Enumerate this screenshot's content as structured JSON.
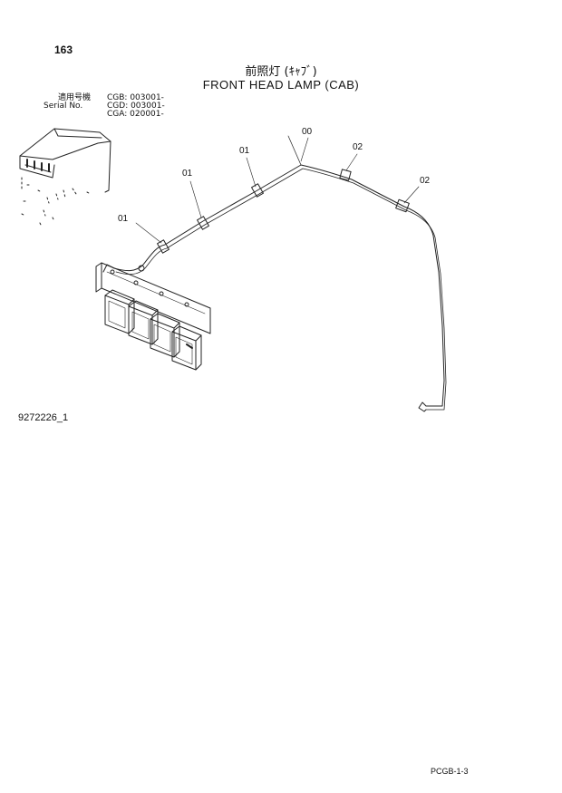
{
  "header": {
    "page_number": "163",
    "title_jp": "前照灯 (ｷｬﾌﾞ)",
    "title_en": "FRONT HEAD LAMP (CAB)"
  },
  "serial_info": {
    "applicable_label": "適用号機",
    "serial_label": "Serial No.",
    "entries": [
      "CGB: 003001-",
      "CGD: 003001-",
      "CGA: 020001-"
    ]
  },
  "callouts": [
    "01",
    "01",
    "01",
    "00",
    "02",
    "02"
  ],
  "footer": {
    "drawing_number": "9272226_1",
    "page_code": "PCGB-1-3"
  }
}
